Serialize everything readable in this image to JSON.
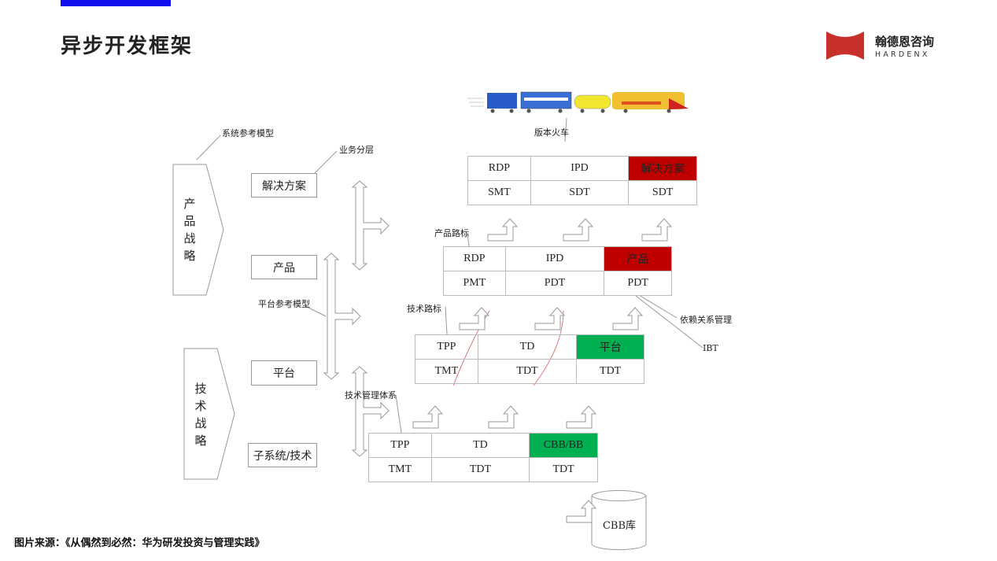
{
  "title": "异步开发框架",
  "logo": {
    "cn": "翰德恩咨询",
    "en": "HARDENX",
    "accent": "#c8302b"
  },
  "footer": "图片来源：《从偶然到必然：华为研发投资与管理实践》",
  "strategies": {
    "product": "产品战略",
    "tech": "技术战略"
  },
  "layers": [
    "解决方案",
    "产品",
    "平台",
    "子系统/技术"
  ],
  "labels": {
    "system_ref": "系统参考模型",
    "business_layer": "业务分层",
    "platform_ref": "平台参考模型",
    "tech_roadmap": "技术路标",
    "product_roadmap": "产品路标",
    "tech_mgmt": "技术管理体系",
    "train": "版本火车",
    "dependency": "依赖关系管理",
    "ibt": "IBT",
    "cbb_lib": "CBB库"
  },
  "tables": [
    {
      "top": [
        "RDP",
        "IPD",
        "解决方案"
      ],
      "bottom": [
        "SMT",
        "SDT",
        "SDT"
      ],
      "highlight": "red"
    },
    {
      "top": [
        "RDP",
        "IPD",
        "产品"
      ],
      "bottom": [
        "PMT",
        "PDT",
        "PDT"
      ],
      "highlight": "red"
    },
    {
      "top": [
        "TPP",
        "TD",
        "平台"
      ],
      "bottom": [
        "TMT",
        "TDT",
        "TDT"
      ],
      "highlight": "green"
    },
    {
      "top": [
        "TPP",
        "TD",
        "CBB/BB"
      ],
      "bottom": [
        "TMT",
        "TDT",
        "TDT"
      ],
      "highlight": "green"
    }
  ],
  "colors": {
    "red": "#c00000",
    "green": "#00b050",
    "blue_bar": "#1010ee"
  }
}
